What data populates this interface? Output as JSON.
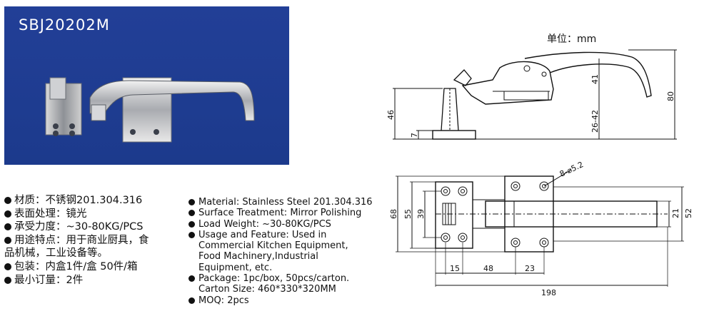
{
  "model": "SBJ20202M",
  "unit_note": "单位：mm",
  "specs_cn": [
    "材质：不锈钢201.304.316",
    "表面处理：镜光",
    "承受力度：~30-80KG/PCS",
    "用途特点：用于商业厨具，食",
    "品机械，工业设备等。",
    "包装：内盒1件/盒 50件/箱",
    "最小订量：2件"
  ],
  "specs_en": [
    {
      "text": "Material: Stainless Steel 201.304.316"
    },
    {
      "text": "Surface Treatment: Mirror Polishing"
    },
    {
      "text": "Load Weight: ~30-80KG/PCS"
    },
    {
      "text": "Usage and Feature: Used in",
      "cont": [
        "Commercial Kitchen Equipment,",
        "Food Machinery,Industrial",
        "Equipment, etc."
      ]
    },
    {
      "text": "Package: 1pc/box, 50pcs/carton.",
      "cont": [
        "Carton Size: 460*330*320MM"
      ]
    },
    {
      "text": "MOQ: 2pcs"
    }
  ],
  "side_view": {
    "dim_height_total": "80",
    "dim_height_upper": "41",
    "dim_height_range": "26-42",
    "dim_base_height": "46",
    "dim_foot": "7"
  },
  "top_view": {
    "dim_hole_label": "8-⌀5.2",
    "dim_outer_height": "68",
    "dim_mid_height": "55",
    "dim_inner_height": "39",
    "dim_bar_height": "21",
    "dim_right_height": "52",
    "dim_15": "15",
    "dim_48": "48",
    "dim_23": "23",
    "dim_total_length": "198"
  }
}
